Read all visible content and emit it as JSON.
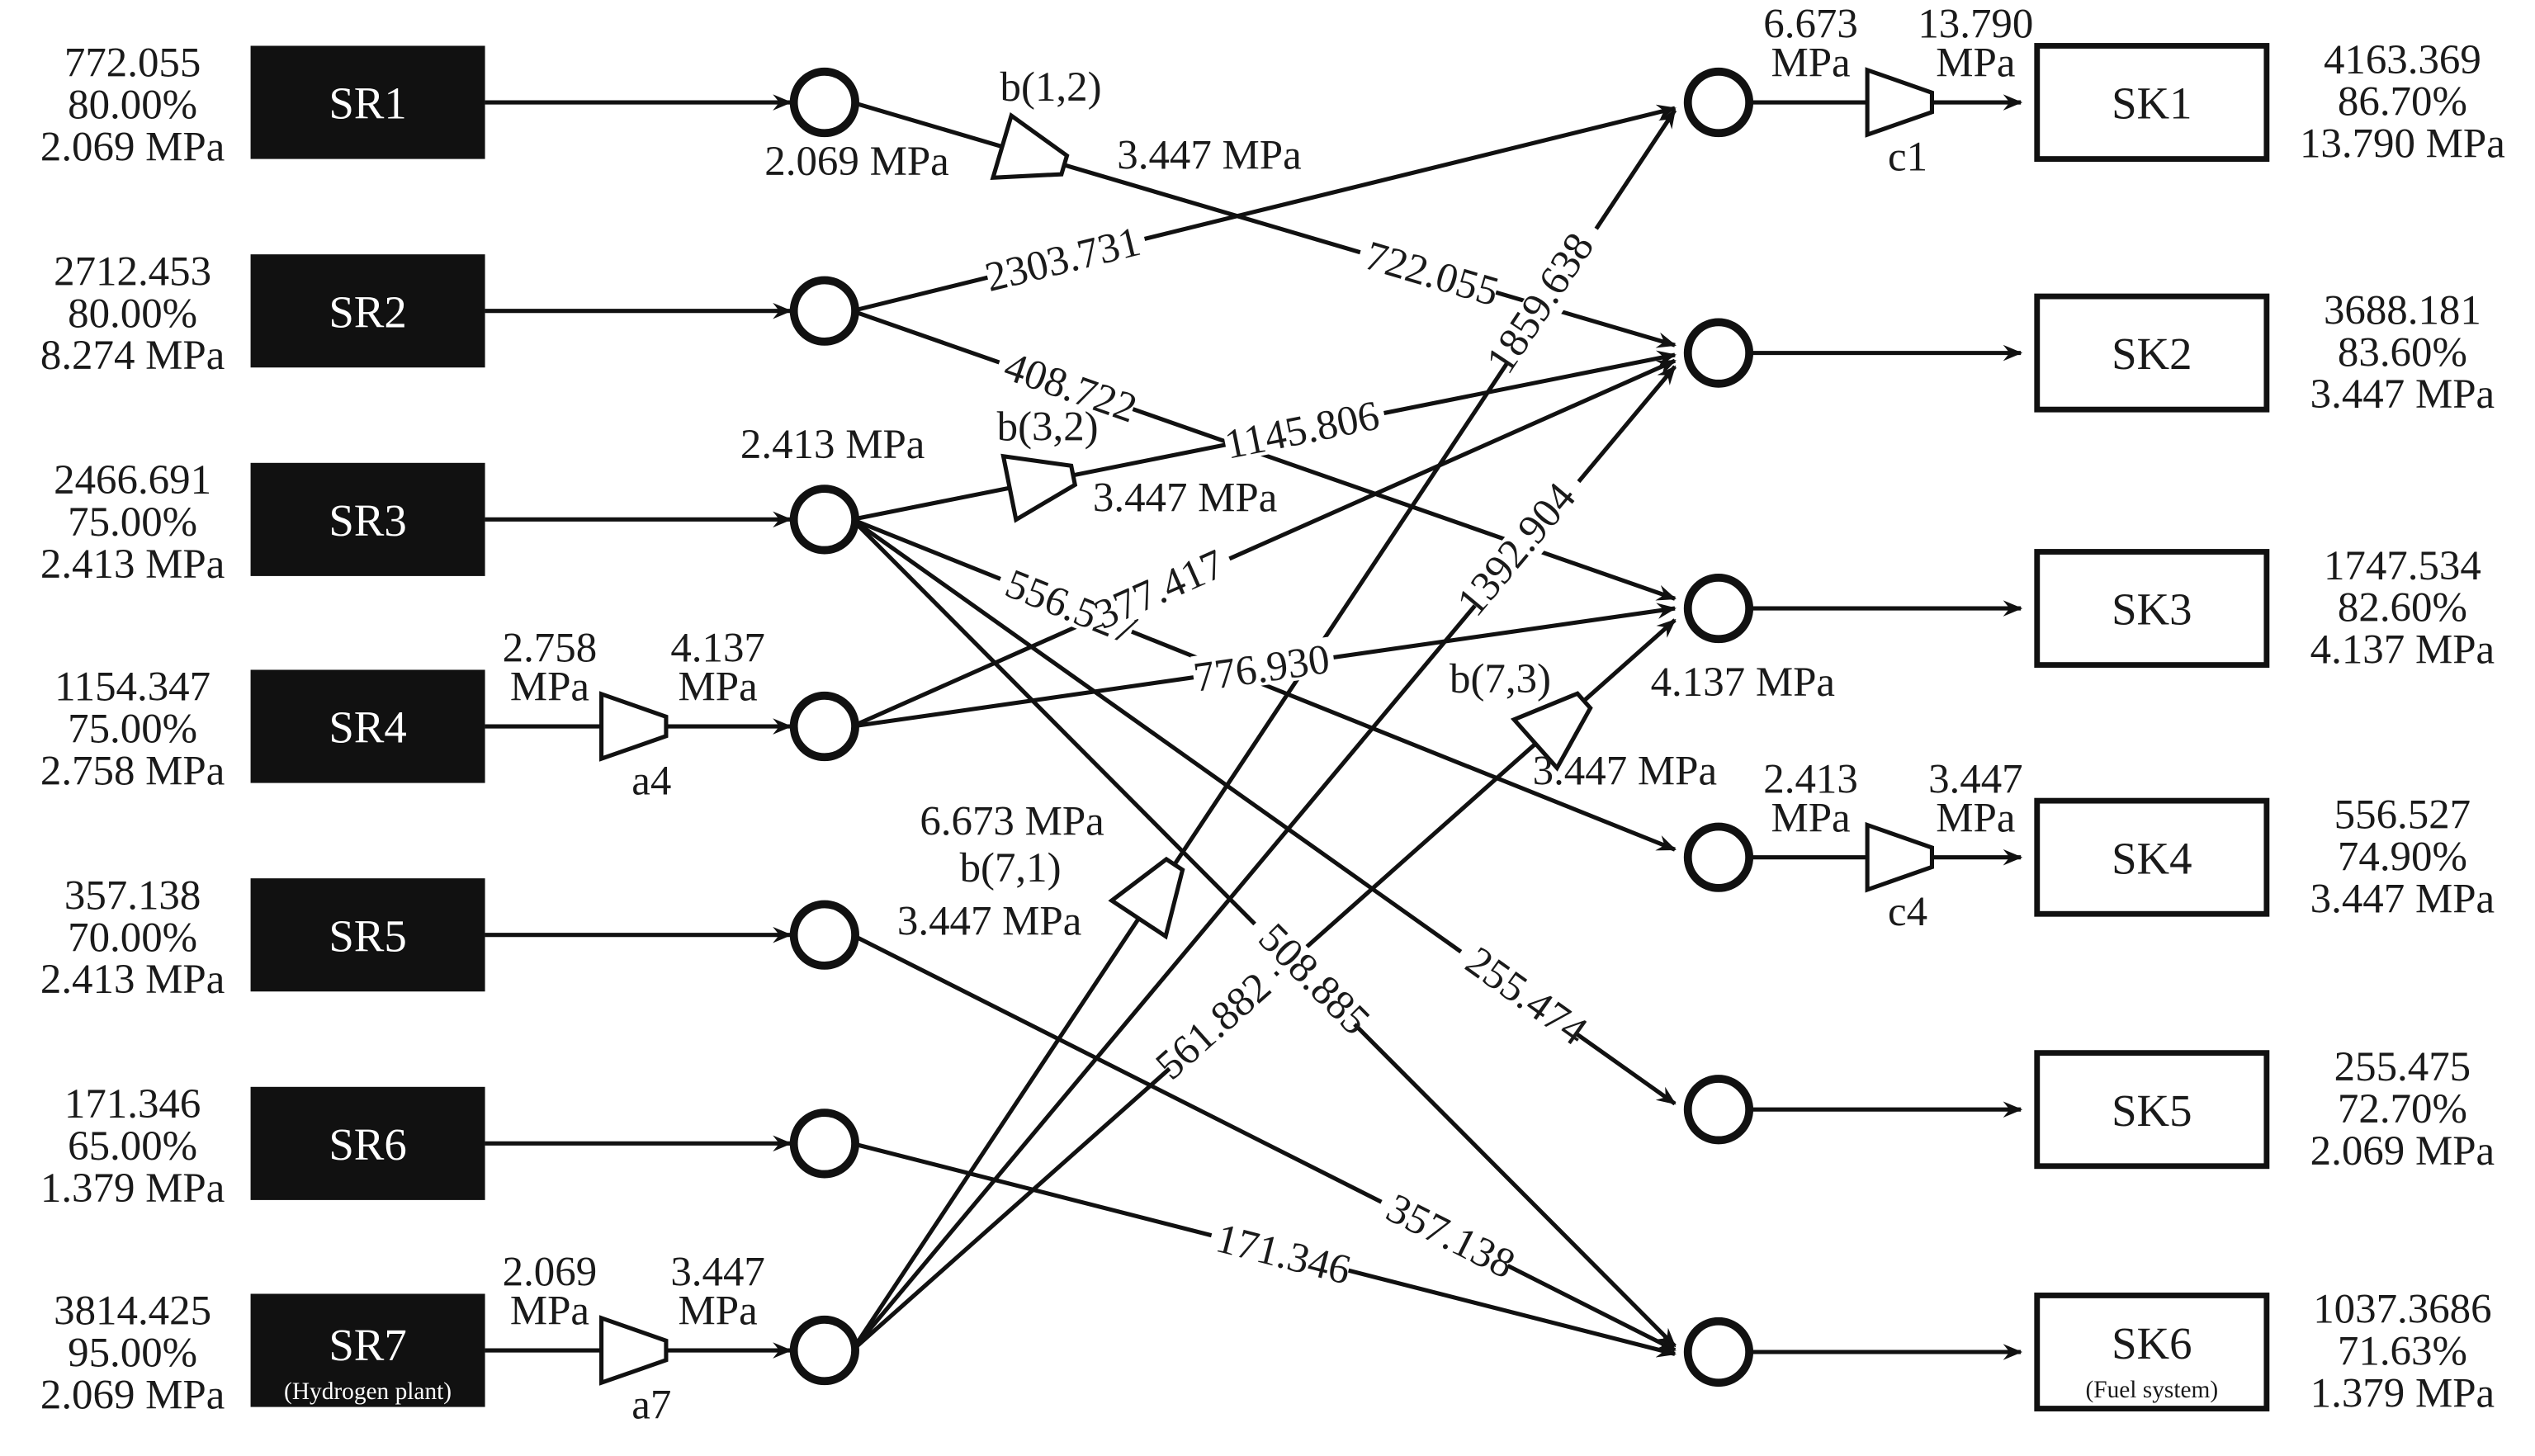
{
  "sources": [
    {
      "id": "SR1",
      "label": "SR1",
      "sublabel": "",
      "flow": "772.055",
      "purity": "80.00%",
      "pressure": "2.069 MPa"
    },
    {
      "id": "SR2",
      "label": "SR2",
      "sublabel": "",
      "flow": "2712.453",
      "purity": "80.00%",
      "pressure": "8.274 MPa"
    },
    {
      "id": "SR3",
      "label": "SR3",
      "sublabel": "",
      "flow": "2466.691",
      "purity": "75.00%",
      "pressure": "2.413 MPa"
    },
    {
      "id": "SR4",
      "label": "SR4",
      "sublabel": "",
      "flow": "1154.347",
      "purity": "75.00%",
      "pressure": "2.758 MPa"
    },
    {
      "id": "SR5",
      "label": "SR5",
      "sublabel": "",
      "flow": "357.138",
      "purity": "70.00%",
      "pressure": "2.413 MPa"
    },
    {
      "id": "SR6",
      "label": "SR6",
      "sublabel": "",
      "flow": "171.346",
      "purity": "65.00%",
      "pressure": "1.379 MPa"
    },
    {
      "id": "SR7",
      "label": "SR7",
      "sublabel": "(Hydrogen plant)",
      "flow": "3814.425",
      "purity": "95.00%",
      "pressure": "2.069 MPa"
    }
  ],
  "sinks": [
    {
      "id": "SK1",
      "label": "SK1",
      "sublabel": "",
      "flow": "4163.369",
      "purity": "86.70%",
      "pressure": "13.790 MPa"
    },
    {
      "id": "SK2",
      "label": "SK2",
      "sublabel": "",
      "flow": "3688.181",
      "purity": "83.60%",
      "pressure": "3.447 MPa"
    },
    {
      "id": "SK3",
      "label": "SK3",
      "sublabel": "",
      "flow": "1747.534",
      "purity": "82.60%",
      "pressure": "4.137 MPa"
    },
    {
      "id": "SK4",
      "label": "SK4",
      "sublabel": "",
      "flow": "556.527",
      "purity": "74.90%",
      "pressure": "3.447 MPa"
    },
    {
      "id": "SK5",
      "label": "SK5",
      "sublabel": "",
      "flow": "255.475",
      "purity": "72.70%",
      "pressure": "2.069 MPa"
    },
    {
      "id": "SK6",
      "label": "SK6",
      "sublabel": "(Fuel system)",
      "flow": "1037.3686",
      "purity": "71.63%",
      "pressure": "1.379 MPa"
    }
  ],
  "source_compressors": [
    {
      "name": "a4",
      "source": "SR4",
      "inlet_line1": "2.758",
      "inlet_line2": "MPa",
      "outlet_line1": "4.137",
      "outlet_line2": "MPa"
    },
    {
      "name": "a7",
      "source": "SR7",
      "inlet_line1": "2.069",
      "inlet_line2": "MPa",
      "outlet_line1": "3.447",
      "outlet_line2": "MPa"
    }
  ],
  "sink_compressors": [
    {
      "name": "c1",
      "sink": "SK1",
      "inlet_line1": "6.673",
      "inlet_line2": "MPa",
      "outlet_line1": "13.790",
      "outlet_line2": "MPa"
    },
    {
      "name": "c4",
      "sink": "SK4",
      "inlet_line1": "2.413",
      "inlet_line2": "MPa",
      "outlet_line1": "3.447",
      "outlet_line2": "MPa"
    }
  ],
  "branch_compressors": [
    {
      "name": "b(1,2)",
      "inlet": "2.069 MPa",
      "outlet": "3.447 MPa"
    },
    {
      "name": "b(3,2)",
      "inlet": "2.413 MPa",
      "outlet": "3.447 MPa"
    },
    {
      "name": "b(7,1)",
      "inlet": "3.447 MPa",
      "outlet": "6.673 MPa"
    },
    {
      "name": "b(7,3)",
      "inlet": "3.447 MPa",
      "outlet": "4.137 MPa"
    }
  ],
  "flows": [
    {
      "from": "SR1",
      "to": "SK2",
      "value": "722.055",
      "via": "b(1,2)"
    },
    {
      "from": "SR2",
      "to": "SK1",
      "value": "2303.731",
      "via": ""
    },
    {
      "from": "SR2",
      "to": "SK3",
      "value": "408.722",
      "via": ""
    },
    {
      "from": "SR3",
      "to": "SK2",
      "value": "1145.806",
      "via": "b(3,2)"
    },
    {
      "from": "SR3",
      "to": "SK4",
      "value": "556.527",
      "via": ""
    },
    {
      "from": "SR3",
      "to": "SK5",
      "value": "255.474",
      "via": ""
    },
    {
      "from": "SR3",
      "to": "SK6",
      "value": "508.885",
      "via": ""
    },
    {
      "from": "SR4",
      "to": "SK2",
      "value": "377.417",
      "via": ""
    },
    {
      "from": "SR4",
      "to": "SK3",
      "value": "776.930",
      "via": ""
    },
    {
      "from": "SR5",
      "to": "SK6",
      "value": "357.138",
      "via": ""
    },
    {
      "from": "SR6",
      "to": "SK6",
      "value": "171.346",
      "via": ""
    },
    {
      "from": "SR7",
      "to": "SK1",
      "value": "1859.638",
      "via": "b(7,1)"
    },
    {
      "from": "SR7",
      "to": "SK2",
      "value": "1392.904",
      "via": ""
    },
    {
      "from": "SR7",
      "to": "SK3",
      "value": "561.882",
      "via": "b(7,3)"
    }
  ]
}
